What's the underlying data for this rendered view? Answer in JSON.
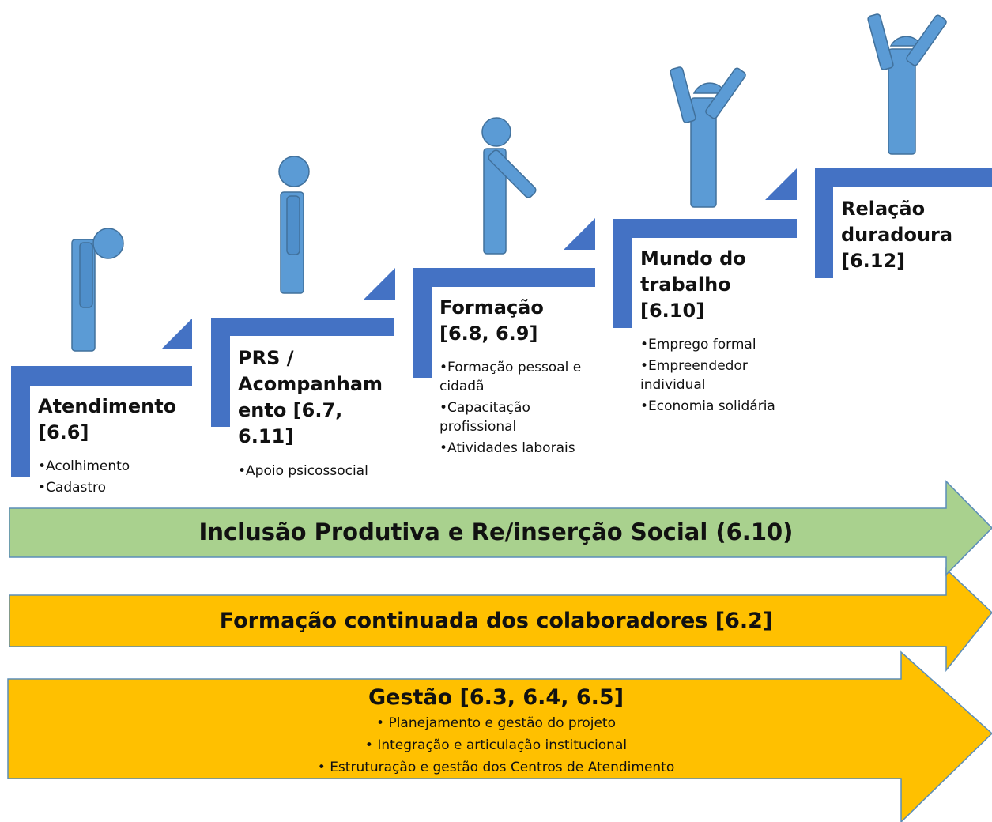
{
  "steps": [
    {
      "title": "Atendimento [6.6]",
      "items": [
        "Acolhimento",
        "Cadastro"
      ]
    },
    {
      "title": "PRS / Acompanham ento [6.7, 6.11]",
      "items": [
        "Apoio psicossocial"
      ]
    },
    {
      "title": "Formação [6.8, 6.9]",
      "items": [
        "Formação pessoal e cidadã",
        "Capacitação profissional",
        "Atividades laborais"
      ]
    },
    {
      "title": "Mundo do trabalho [6.10]",
      "items": [
        "Emprego formal",
        "Empreendedor individual",
        "Economia solidária"
      ]
    },
    {
      "title": "Relação duradoura [6.12]",
      "items": []
    }
  ],
  "bands": {
    "inclusao": "Inclusão Produtiva e Re/inserção Social (6.10)",
    "formacao": "Formação continuada dos colaboradores [6.2]",
    "gestao": {
      "title": "Gestão [6.3, 6.4, 6.5]",
      "items": [
        "Planejamento e gestão do projeto",
        "Integração e articulação institucional",
        "Estruturação e gestão dos Centros de Atendimento"
      ]
    }
  },
  "colors": {
    "step": "#4472c4",
    "figure": "#5b9bd5",
    "figure_outline": "#41719c",
    "green_band": "#a9d18e",
    "yellow_band": "#ffc000",
    "band_outline": "#5b8db8"
  }
}
